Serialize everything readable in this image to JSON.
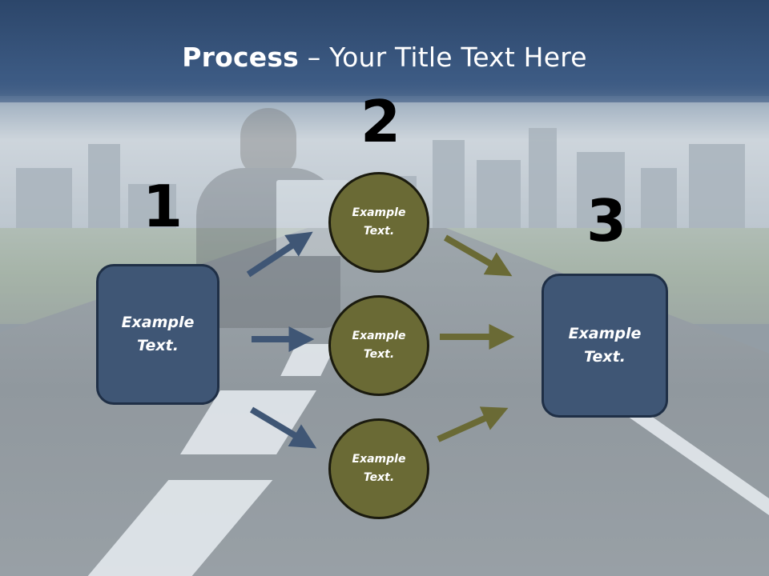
{
  "title": {
    "bold": "Process",
    "rest": " – Your Title Text Here"
  },
  "steps": {
    "one": "1",
    "two": "2",
    "three": "3"
  },
  "left_box": {
    "text": "Example Text."
  },
  "circles": [
    {
      "text": "Example Text."
    },
    {
      "text": "Example Text."
    },
    {
      "text": "Example Text."
    }
  ],
  "right_box": {
    "text": "Example Text."
  },
  "colors": {
    "box_fill": "#3f5675",
    "circle_fill": "#6a6a35",
    "blue_arrow": "#3f5675",
    "olive_arrow": "#6a6a35"
  }
}
